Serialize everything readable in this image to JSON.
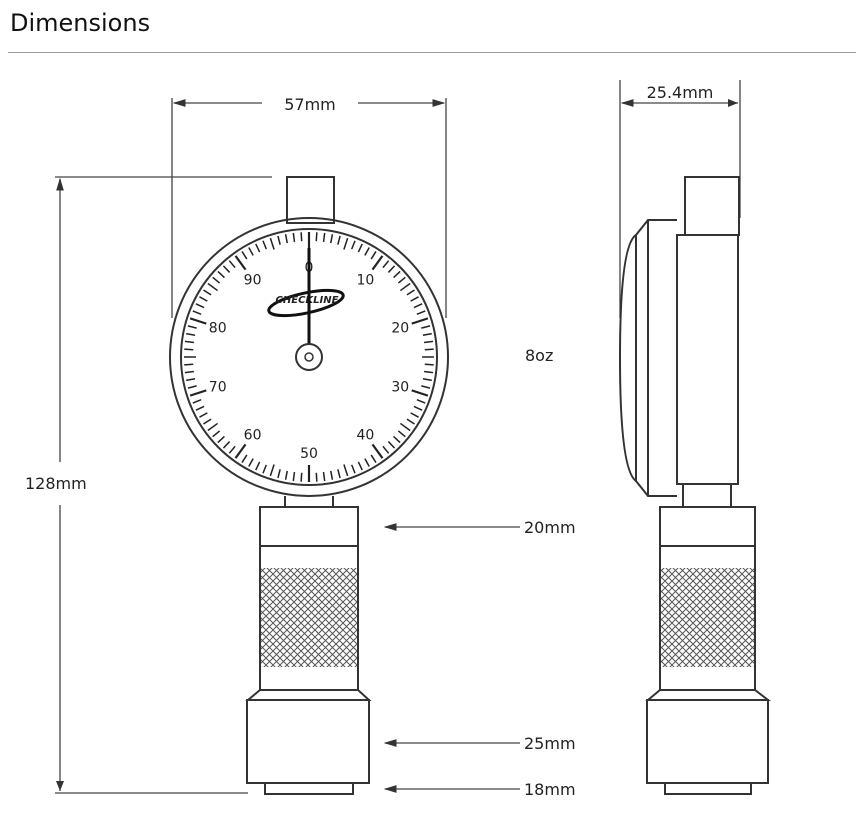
{
  "header": {
    "title": "Dimensions"
  },
  "dimensions": {
    "width": "57mm",
    "depth": "25.4mm",
    "height": "128mm",
    "weight": "8oz",
    "body_diameter": "20mm",
    "collar_diameter": "25mm",
    "foot_diameter": "18mm"
  },
  "dial": {
    "labels": [
      "0",
      "10",
      "20",
      "30",
      "40",
      "50",
      "60",
      "70",
      "80",
      "90"
    ],
    "brand": "CHECKLINE"
  }
}
